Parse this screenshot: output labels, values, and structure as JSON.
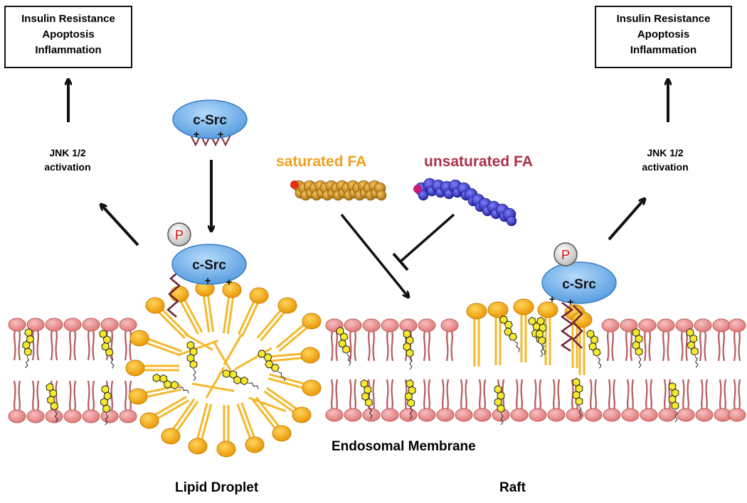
{
  "colors": {
    "head_pink": "#e98a8a",
    "tail_pink": "#b85a5e",
    "droplet_orange": "#f0a400",
    "droplet_tail": "#f5bd2a",
    "src_blue": "#6fb1ea",
    "cholesterol_yellow": "#f6e82a",
    "saturated": "#f0a020",
    "unsaturated": "#a8334a",
    "phospho_red": "#dd1111"
  },
  "left": {
    "box": [
      "Insulin Resistance",
      "Apoptosis",
      "Inflammation"
    ],
    "jnk": [
      "JNK 1/2",
      "activation"
    ]
  },
  "right": {
    "box": [
      "Insulin Resistance",
      "Apoptosis",
      "Inflammation"
    ],
    "jnk": [
      "JNK 1/2",
      "activation"
    ]
  },
  "csrc": {
    "top": "c-Src",
    "droplet": "c-Src",
    "raft": "c-Src",
    "plus": "+",
    "phospho": "P"
  },
  "fa": {
    "saturated": "saturated FA",
    "unsaturated": "unsaturated FA"
  },
  "labels": {
    "endosomal": "Endosomal Membrane",
    "droplet": "Lipid Droplet",
    "raft": "Raft"
  }
}
